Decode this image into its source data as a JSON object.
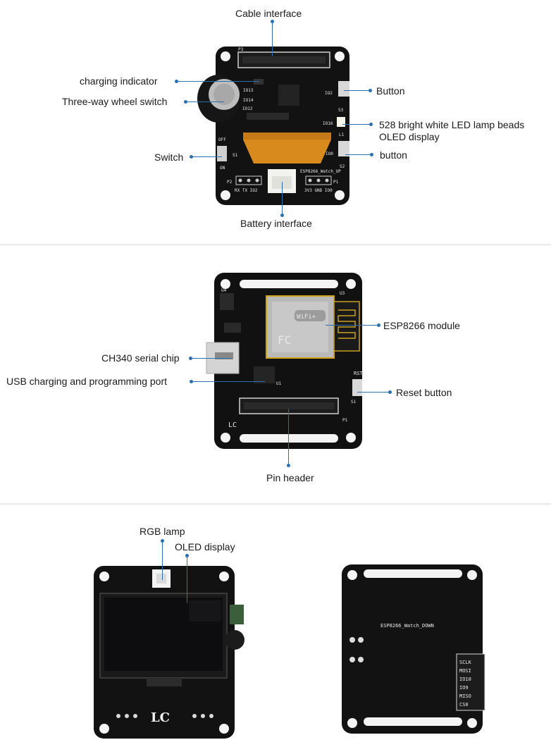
{
  "top": {
    "labels": {
      "cable_interface": "Cable interface",
      "charging_indicator": "charging indicator",
      "wheel_switch": "Three-way wheel switch",
      "switch": "Switch",
      "button_upper": "Button",
      "led_line1": "528 bright white LED lamp beads",
      "led_line2": "OLED  display",
      "button_lower": "button",
      "battery_interface": "Battery interface"
    },
    "silk": {
      "board_name": "ESP8266_Watch_UP",
      "io2": "IO2",
      "io16": "IO16",
      "io0": "IO0",
      "io13": "IO13",
      "io14": "IO14",
      "io12": "IO12",
      "s3": "S3",
      "s2": "S2",
      "l1": "L1",
      "s1": "S1",
      "off": "OFF",
      "on": "ON",
      "p1": "P1",
      "p2": "P2",
      "p3": "P3",
      "left_header": "RX TX IO2",
      "right_header": "3V3 GND IO0"
    }
  },
  "middle": {
    "labels": {
      "esp_module": "ESP8266 module",
      "ch340": "CH340 serial chip",
      "usb_port": "USB charging and programming port",
      "reset_button": "Reset button",
      "pin_header": "Pin header"
    },
    "silk": {
      "wifi": "WiFi+",
      "fc": "FC",
      "rst": "RST",
      "u1": "U1",
      "u3": "U3",
      "u4": "U4",
      "p1": "P1",
      "s1": "S1",
      "lc": "LC"
    }
  },
  "bottom": {
    "labels": {
      "rgb_lamp": "RGB lamp",
      "oled_display": "OLED  display"
    },
    "silk": {
      "lc": "LC",
      "board_name_down": "ESP8266_Watch_DOWN",
      "pins": [
        "SCLK",
        "MOSI",
        "IO10",
        "IO9",
        "MISO",
        "CS0"
      ]
    }
  },
  "colors": {
    "leader_line": "#2b6fb0",
    "pcb": "#111111",
    "oled_flex": "#d98a1c",
    "battery_connector": "#f2f2ee"
  }
}
